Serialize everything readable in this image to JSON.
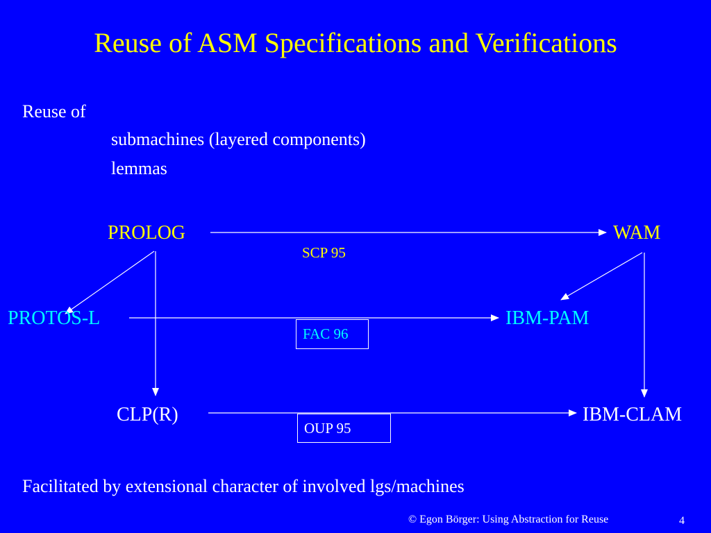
{
  "title": "Reuse of ASM Specifications and Verifications",
  "intro": {
    "heading": "Reuse of",
    "items": [
      "submachines (layered components)",
      "lemmas"
    ]
  },
  "nodes": {
    "prolog": "PROLOG",
    "wam": "WAM",
    "protos_l": "PROTOS-L",
    "ibm_pam": "IBM-PAM",
    "clp_r": "CLP(R)",
    "ibm_clam": "IBM-CLAM"
  },
  "refs": {
    "scp": "SCP 95",
    "fac": "FAC 96",
    "oup": "OUP 95"
  },
  "conclusion": "Facilitated by extensional character of involved lgs/machines",
  "footer": {
    "credit": "© Egon Börger: Using Abstraction for Reuse",
    "page": "4"
  },
  "colors": {
    "background": "#0000ff",
    "title": "#ffff00",
    "prolog_row": "#ffff00",
    "protos_row": "#00ffff",
    "clp_row": "#ffffff"
  }
}
